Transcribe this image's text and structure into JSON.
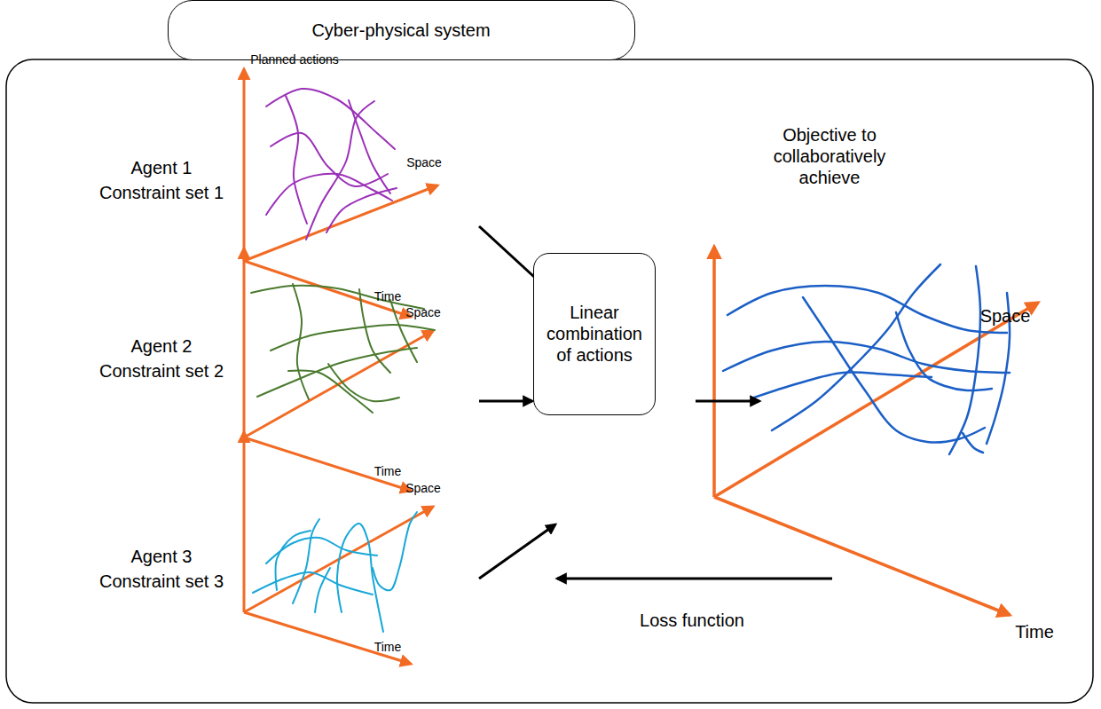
{
  "diagram": {
    "nodes": [
      {
        "text": [
          "Cyber-physical system"
        ]
      },
      {
        "text": [
          "Linear combination of actions"
        ]
      }
    ],
    "labels": [
      "Planned actions",
      "Space",
      "Time",
      "Agent 1",
      "Constraint set 1",
      "Space",
      "Time",
      "Agent 2",
      "Constraint set 2",
      "Space",
      "Time",
      "Agent 3",
      "Constraint set 3",
      "Objective to collaboratively achieve",
      "Space",
      "Time",
      "Loss function"
    ]
  }
}
